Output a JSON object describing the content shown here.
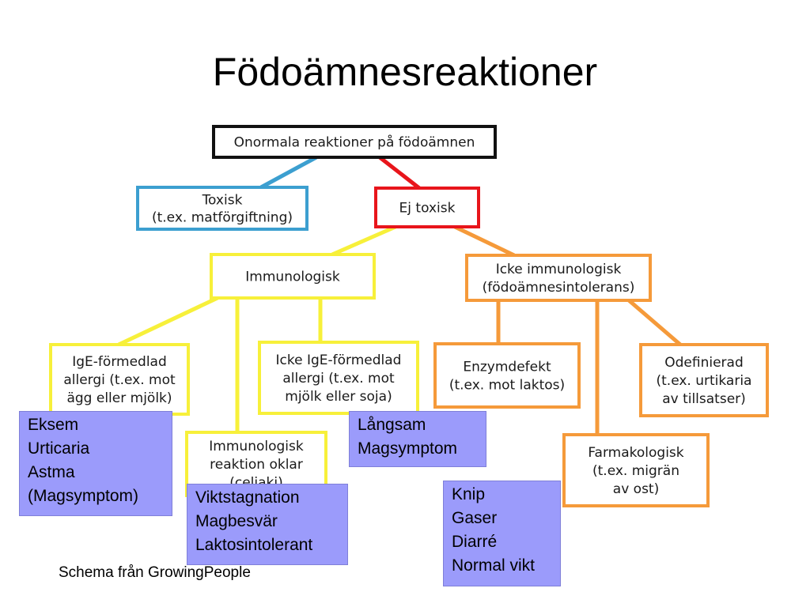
{
  "title": "Födoämnesreaktioner",
  "colors": {
    "root": "#111111",
    "toxic": "#3c9fd0",
    "non_toxic": "#e8151b",
    "immunological": "#f7f03a",
    "non_immunological": "#f59a3a",
    "note_fill": "#9b9bfb"
  },
  "nodes": {
    "root": [
      "Onormala reaktioner på födoämnen"
    ],
    "toxic": [
      "Toxisk",
      "(t.ex. matförgiftning)"
    ],
    "non_toxic": [
      "Ej toxisk"
    ],
    "immunological": [
      "Immunologisk"
    ],
    "non_immunological": [
      "Icke immunologisk",
      "(födoämnesintolerans)"
    ],
    "ige_allergy": [
      "IgE-förmedlad",
      "allergi (t.ex. mot",
      "ägg eller mjölk)"
    ],
    "unclear_reaction": [
      "Immunologisk",
      "reaktion oklar",
      "(celiaki)"
    ],
    "non_ige_allergy": [
      "Icke IgE-förmedlad",
      "allergi (t.ex. mot",
      "mjölk eller soja)"
    ],
    "enzyme_defect": [
      "Enzymdefekt",
      "(t.ex. mot laktos)"
    ],
    "pharmacological": [
      "Farmakologisk",
      "(t.ex. migrän",
      "av ost)"
    ],
    "undefined": [
      "Odefinierad",
      "(t.ex. urtikaria",
      "av tillsatser)"
    ]
  },
  "notes": {
    "ige": "Eksem\nUrticaria\nAstma\n(Magsymptom)",
    "celiac": "Viktstagnation\nMagbesvär\nLaktosintolerant",
    "non_ige": "Långsam\nMagsymptom",
    "enzyme": "Knip\nGaser\nDiarré\nNormal vikt"
  },
  "credit": "Schema från GrowingPeople"
}
